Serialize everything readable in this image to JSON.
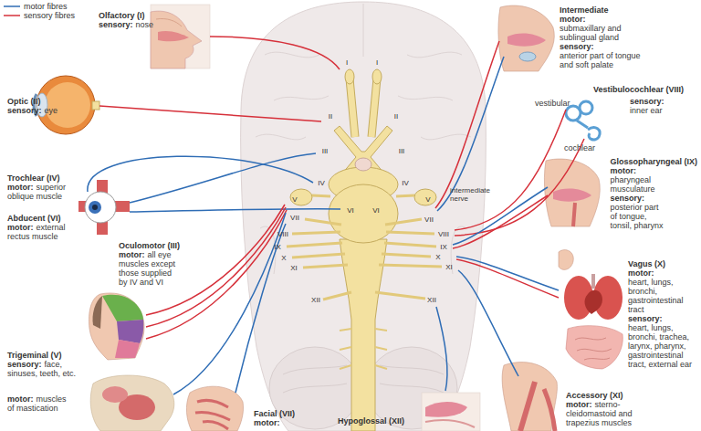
{
  "diagram": {
    "labels": [
      "Olfactory (I)",
      "sensory:",
      "nose",
      "Optic (II)",
      "sensory:",
      "eye",
      "Trochlear (IV)",
      "motor:",
      "superior oblique muscle",
      "Abducent (VI)",
      "motor:",
      "external rectus muscle",
      "Oculomotor (III)",
      "motor:",
      "all eye muscles except those supplied by IV and VI",
      "Trigeminal (V)",
      "sensory:",
      "face, sinuses, teeth, etc.",
      "motor:",
      "muscles of mastication",
      "Facial (VII)",
      "motor:",
      "Hypoglossal (XII)",
      "Intermediate",
      "motor:",
      "submaxillary and sublingual gland",
      "sensory:",
      "anterior part of tongue and soft palate",
      "Vestibulocochlear (VIII)",
      "sensory:",
      "inner ear",
      "vestibular",
      "cochlear",
      "Glossopharyngeal (IX)",
      "motor:",
      "pharyngeal musculature",
      "sensory:",
      "posterior part of tongue, tonsil, pharynx",
      "Vagus (X)",
      "motor:",
      "heart, lungs, bronchi, gastrointestinal tract",
      "sensory:",
      "heart, lungs, bronchi, trachea, larynx, pharynx, gastrointestinal tract, external ear",
      "Accessory (XI)",
      "motor:",
      "sterno-cleidomastoid and trapezius muscles",
      "intermediate nerve",
      "I",
      "I",
      "II",
      "II",
      "III",
      "III",
      "IV",
      "IV",
      "V",
      "V",
      "VI",
      "VI",
      "VII",
      "VII",
      "VIII",
      "VIII",
      "IX",
      "IX",
      "X",
      "X",
      "XI",
      "XI",
      "XII",
      "XII"
    ],
    "legend": [
      {
        "text": "motor fibres"
      },
      {
        "text": "sensory fibres"
      }
    ]
  }
}
